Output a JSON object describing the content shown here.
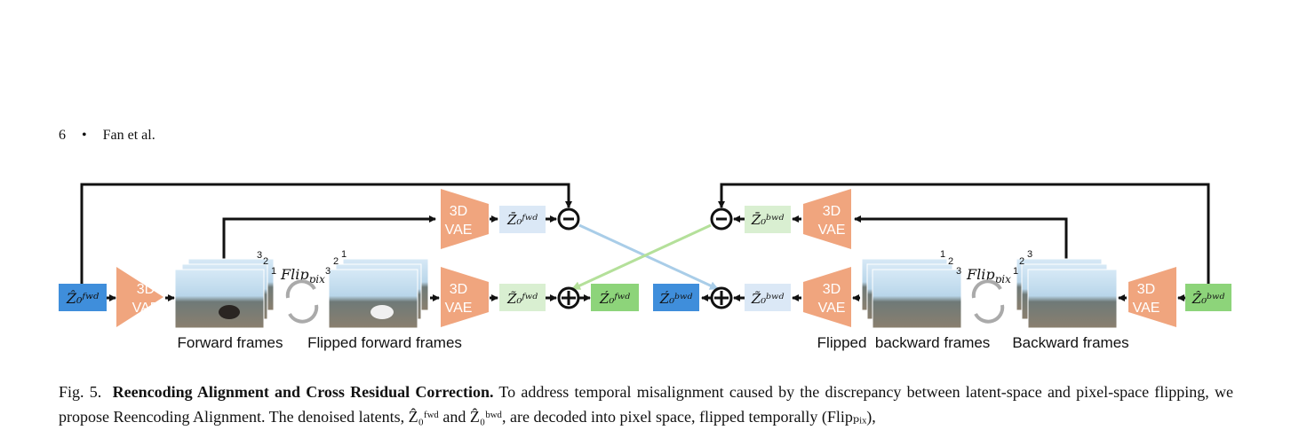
{
  "header": {
    "page_number": "6",
    "bullet": "•",
    "authors": "Fan et al."
  },
  "figure": {
    "vae_top": "3D",
    "vae_bottom": "VAE",
    "z_fwd_hat": "Ẑ₀ᶠʷᵈ",
    "z_bwd_hat": "Ẑ₀ᵇʷᵈ",
    "z_fwd_bar": "Z̄₀ᶠʷᵈ",
    "z_bwd_bar": "Z̄₀ᵇʷᵈ",
    "z_fwd_tilde": "Z̃₀ᶠʷᵈ",
    "z_bwd_tilde": "Z̃₀ᵇʷᵈ",
    "z_fwd_acute": "Ź₀ᶠʷᵈ",
    "z_bwd_acute": "Ź₀ᵇʷᵈ",
    "flip_label": "Flip",
    "flip_sub": "pix",
    "minus_sign": "−",
    "plus_sign": "+",
    "frame_nums_fwd": [
      "3",
      "2",
      "1"
    ],
    "frame_nums_flipped_fwd": [
      "1",
      "2",
      "3"
    ],
    "label_forward_frames": "Forward frames",
    "label_flipped_forward_frames": "Flipped forward frames",
    "label_flipped_backward_frames": "Flipped  backward frames",
    "label_backward_frames": "Backward frames",
    "colors": {
      "vae": "#f0a57e",
      "input_blue": "#3f8edb",
      "output_green": "#8dd47a",
      "latent_light_blue": "#dbe8f6",
      "latent_light_green": "#d9efd1",
      "cross_blue": "#a9cde8",
      "cross_green": "#b4e09a"
    }
  },
  "caption": {
    "fig_label": "Fig. 5.",
    "title": "Reencoding Alignment and Cross Residual Correction.",
    "body": "To address temporal misalignment caused by the discrepancy between latent-space and pixel-space flipping, we propose Reencoding Alignment. The denoised latents, Ẑ₀ᶠʷᵈ and Ẑ₀ᵇʷᵈ, are decoded into pixel space, flipped temporally (Flipₚᵢₓ),"
  }
}
